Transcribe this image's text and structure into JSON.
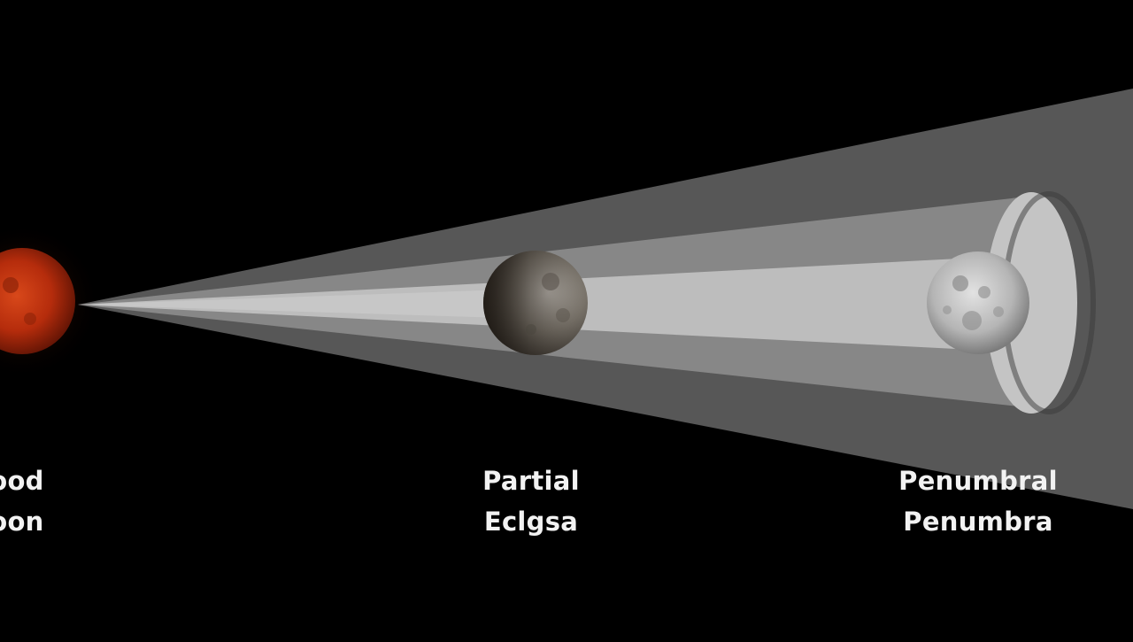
{
  "labels": {
    "blood_moon": {
      "line1": "lood",
      "line2": "loon"
    },
    "partial": {
      "line1": "Partial",
      "line2": "Eclgsa"
    },
    "penumbral": {
      "line1": "Penumbral",
      "line2": "Penumbra"
    }
  },
  "colors": {
    "background": "#000000",
    "outer_shadow": "#5a5a5a",
    "middle_shadow": "#8a8a8a",
    "inner_shadow": "#bcbcbc",
    "blood_moon": "#c0310f",
    "text": "#f2f2f2"
  }
}
